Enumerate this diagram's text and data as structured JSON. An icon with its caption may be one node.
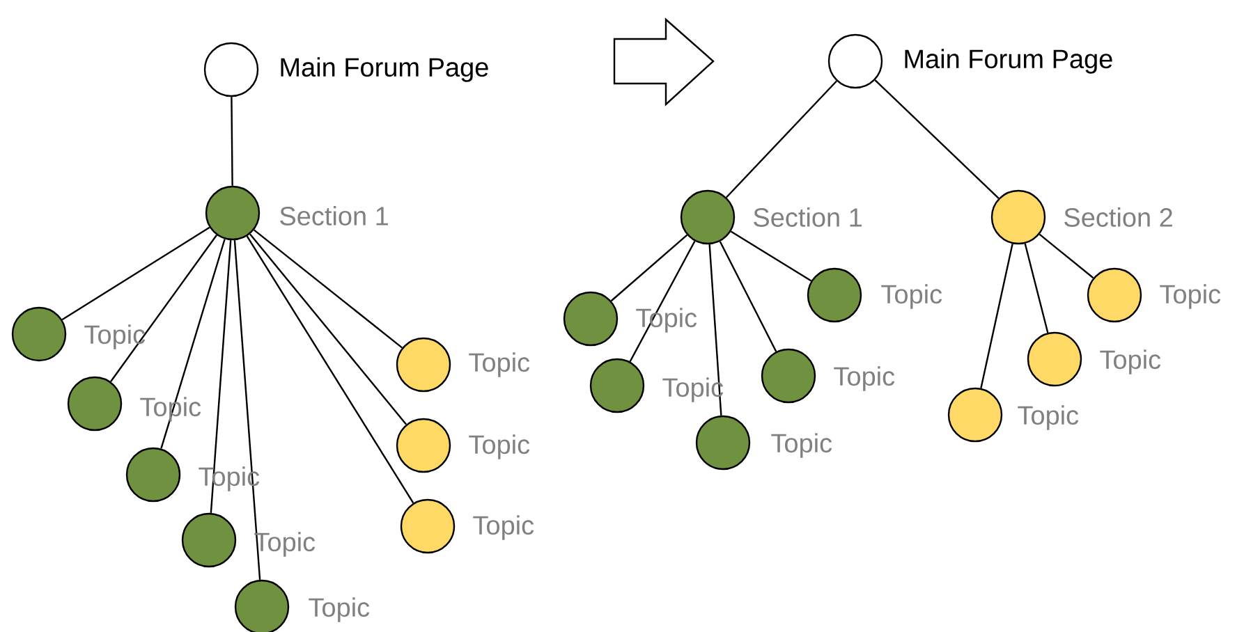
{
  "diagram": {
    "nodes": [
      {
        "text": [],
        "shape": "circle",
        "beside": [
          "Main Forum Page"
        ]
      },
      {
        "text": [],
        "shape": "circle",
        "beside": [
          "Section 1"
        ]
      },
      {
        "text": [],
        "shape": "circle",
        "beside": [
          "Topic"
        ]
      },
      {
        "text": [],
        "shape": "circle",
        "beside": [
          "Topic"
        ]
      },
      {
        "text": [],
        "shape": "circle",
        "beside": [
          "Topic"
        ]
      },
      {
        "text": [],
        "shape": "circle",
        "beside": [
          "Topic"
        ]
      },
      {
        "text": [],
        "shape": "circle",
        "beside": [
          "Topic"
        ]
      },
      {
        "text": [],
        "shape": "circle",
        "beside": [
          "Topic"
        ]
      },
      {
        "text": [],
        "shape": "circle",
        "beside": [
          "Topic"
        ]
      },
      {
        "text": [],
        "shape": "circle",
        "beside": [
          "Topic"
        ]
      },
      {
        "text": [],
        "shape": "circle",
        "beside": [
          "Main Forum Page"
        ]
      },
      {
        "text": [],
        "shape": "circle",
        "beside": [
          "Section 1"
        ]
      },
      {
        "text": [],
        "shape": "circle",
        "beside": [
          "Section 2"
        ]
      },
      {
        "text": [],
        "shape": "circle",
        "beside": [
          "Topic"
        ]
      },
      {
        "text": [],
        "shape": "circle",
        "beside": [
          "Topic"
        ]
      },
      {
        "text": [],
        "shape": "circle",
        "beside": [
          "Topic"
        ]
      },
      {
        "text": [],
        "shape": "circle",
        "beside": [
          "Topic"
        ]
      },
      {
        "text": [],
        "shape": "circle",
        "beside": [
          "Topic"
        ]
      },
      {
        "text": [],
        "shape": "circle",
        "beside": [
          "Topic"
        ]
      },
      {
        "text": [],
        "shape": "circle",
        "beside": [
          "Topic"
        ]
      },
      {
        "text": [],
        "shape": "circle",
        "beside": [
          "Topic"
        ]
      }
    ],
    "edges": [
      {
        "from": 0,
        "to": 1,
        "arrow": "none"
      },
      {
        "from": 1,
        "to": 2,
        "arrow": "none"
      },
      {
        "from": 1,
        "to": 3,
        "arrow": "none"
      },
      {
        "from": 1,
        "to": 4,
        "arrow": "none"
      },
      {
        "from": 1,
        "to": 5,
        "arrow": "none"
      },
      {
        "from": 1,
        "to": 6,
        "arrow": "none"
      },
      {
        "from": 1,
        "to": 7,
        "arrow": "none"
      },
      {
        "from": 1,
        "to": 8,
        "arrow": "none"
      },
      {
        "from": 1,
        "to": 9,
        "arrow": "none"
      },
      {
        "from": 10,
        "to": 11,
        "arrow": "none"
      },
      {
        "from": 10,
        "to": 12,
        "arrow": "none"
      },
      {
        "from": 11,
        "to": 13,
        "arrow": "none"
      },
      {
        "from": 11,
        "to": 14,
        "arrow": "none"
      },
      {
        "from": 11,
        "to": 15,
        "arrow": "none"
      },
      {
        "from": 11,
        "to": 16,
        "arrow": "none"
      },
      {
        "from": 11,
        "to": 17,
        "arrow": "none"
      },
      {
        "from": 12,
        "to": 18,
        "arrow": "none"
      },
      {
        "from": 12,
        "to": 19,
        "arrow": "none"
      },
      {
        "from": 12,
        "to": 20,
        "arrow": "none"
      }
    ]
  }
}
